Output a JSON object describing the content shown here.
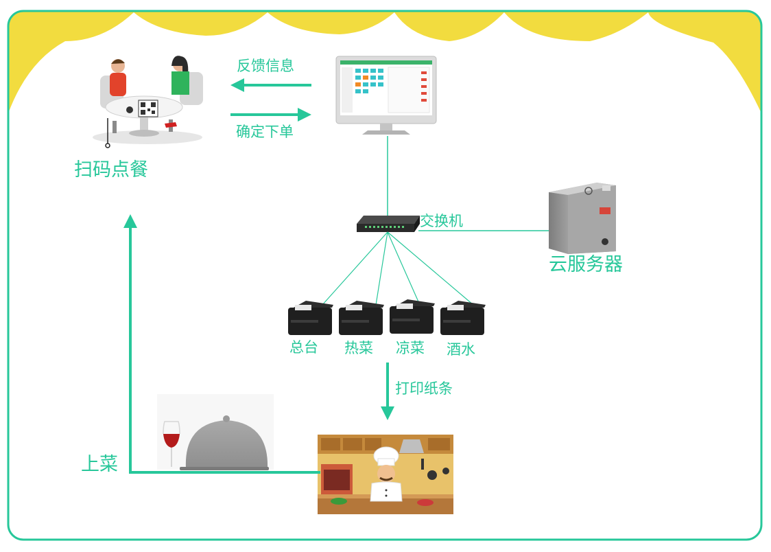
{
  "colors": {
    "accent": "#27c79a",
    "frame": "#27c79a",
    "banner": "#f2dc3f",
    "printer": "#1f1f1f",
    "server": "#9a9a9a"
  },
  "labels": {
    "scan_order": "扫码点餐",
    "feedback": "反馈信息",
    "confirm_order": "确定下单",
    "switch": "交换机",
    "cloud_server": "云服务器",
    "print_slip": "打印纸条",
    "serve_dish": "上菜"
  },
  "printers": [
    {
      "label": "总台"
    },
    {
      "label": "热菜"
    },
    {
      "label": "凉菜"
    },
    {
      "label": "酒水"
    }
  ],
  "icons": {
    "diners": "customers-at-table-icon",
    "monitor": "pos-monitor-icon",
    "switch": "network-switch-icon",
    "server": "cloud-server-box-icon",
    "printer": "receipt-printer-icon",
    "cloche": "serving-cloche-icon",
    "kitchen": "chef-kitchen-icon"
  }
}
